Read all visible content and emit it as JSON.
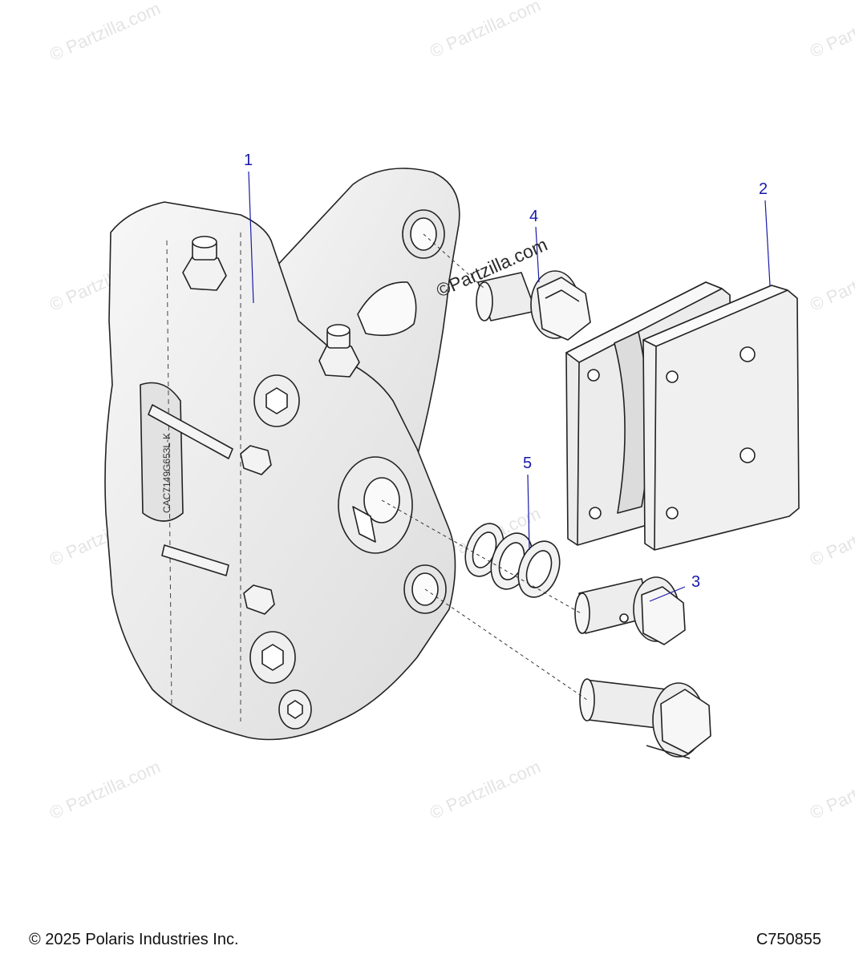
{
  "watermark": {
    "text": "© Partzilla.com",
    "center_text": "©Partzilla.com",
    "color": "#e4e4e4"
  },
  "callouts": [
    "1",
    "2",
    "3",
    "4",
    "5"
  ],
  "caliper_stamp": "CAC7149G653L-K",
  "footer": {
    "copyright": "© 2025 Polaris Industries Inc.",
    "drawing_code": "C750855"
  },
  "colors": {
    "callout": "#1a1aa8",
    "outline": "#222222",
    "part_fill": "#f1f1f1"
  }
}
